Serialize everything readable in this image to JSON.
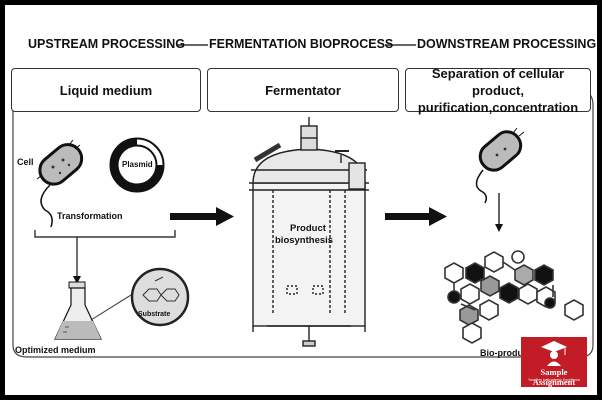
{
  "stages": {
    "upstream": "UPSTREAM PROCESSING",
    "fermentation": "FERMENTATION BIOPROCESS",
    "downstream": "DOWNSTREAM PROCESSING"
  },
  "boxes": {
    "upstream": "Liquid medium",
    "fermentation": "Fermentator",
    "downstream_line1": "Separation of cellular product,",
    "downstream_line2": "purification,concentration"
  },
  "labels": {
    "cell": "Cell",
    "plasmid": "Plasmid",
    "transformation": "Transformation",
    "substrate": "Substrate",
    "optimized_medium": "Optimized medium",
    "product_line1": "Product",
    "product_line2": "biosynthesis",
    "bio_products": "Bio-products"
  },
  "logo": {
    "name": "Sample Assignment",
    "tagline": "Your Key to Academic Excellence",
    "color": "#c21d26"
  }
}
